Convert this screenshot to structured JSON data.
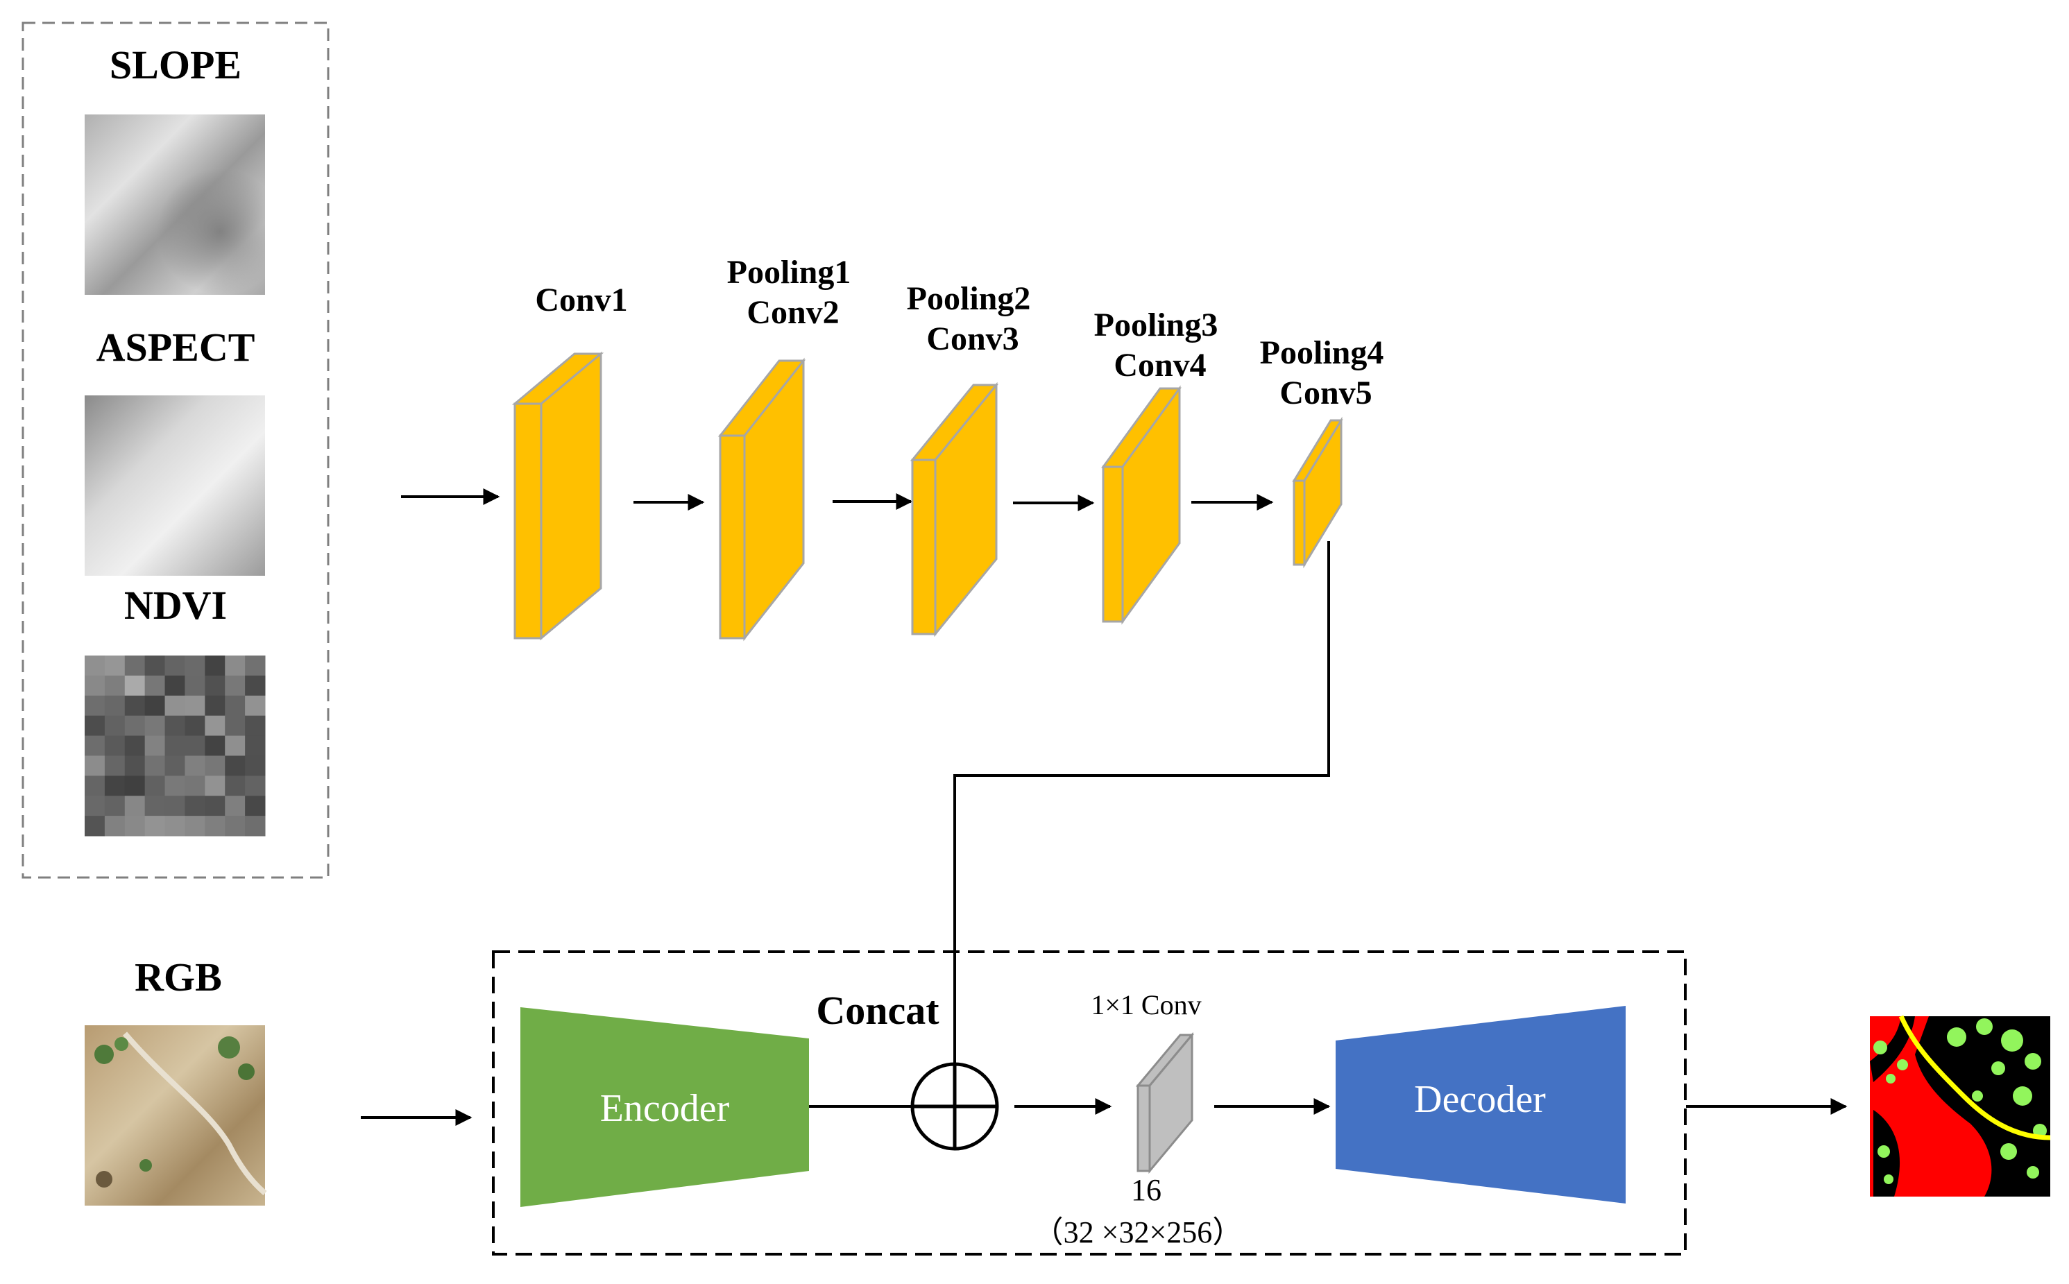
{
  "inputs": {
    "slope_label": "SLOPE",
    "aspect_label": "ASPECT",
    "ndvi_label": "NDVI",
    "rgb_label": "RGB"
  },
  "cnn_branch": {
    "layer1": [
      "Conv1"
    ],
    "layer2": [
      "Pooling1",
      "Conv2"
    ],
    "layer3": [
      "Pooling2",
      "Conv3"
    ],
    "layer4": [
      "Pooling3",
      "Conv4"
    ],
    "layer5": [
      "Pooling4",
      "Conv5"
    ]
  },
  "fusion": {
    "concat_label": "Concat",
    "conv_label": "1×1 Conv",
    "channels_label": "16",
    "shape_label": "（32 ×32×256）"
  },
  "blocks": {
    "encoder_label": "Encoder",
    "decoder_label": "Decoder"
  },
  "colors": {
    "conv_block": "#FFC000",
    "conv_edge": "#A6A6A6",
    "encoder": "#70AD47",
    "decoder": "#4472C4",
    "conv1x1": "#BFBFBF",
    "output_background": "#FF0000",
    "output_vegetation": "#92F55C",
    "output_road": "#FFFF00"
  }
}
